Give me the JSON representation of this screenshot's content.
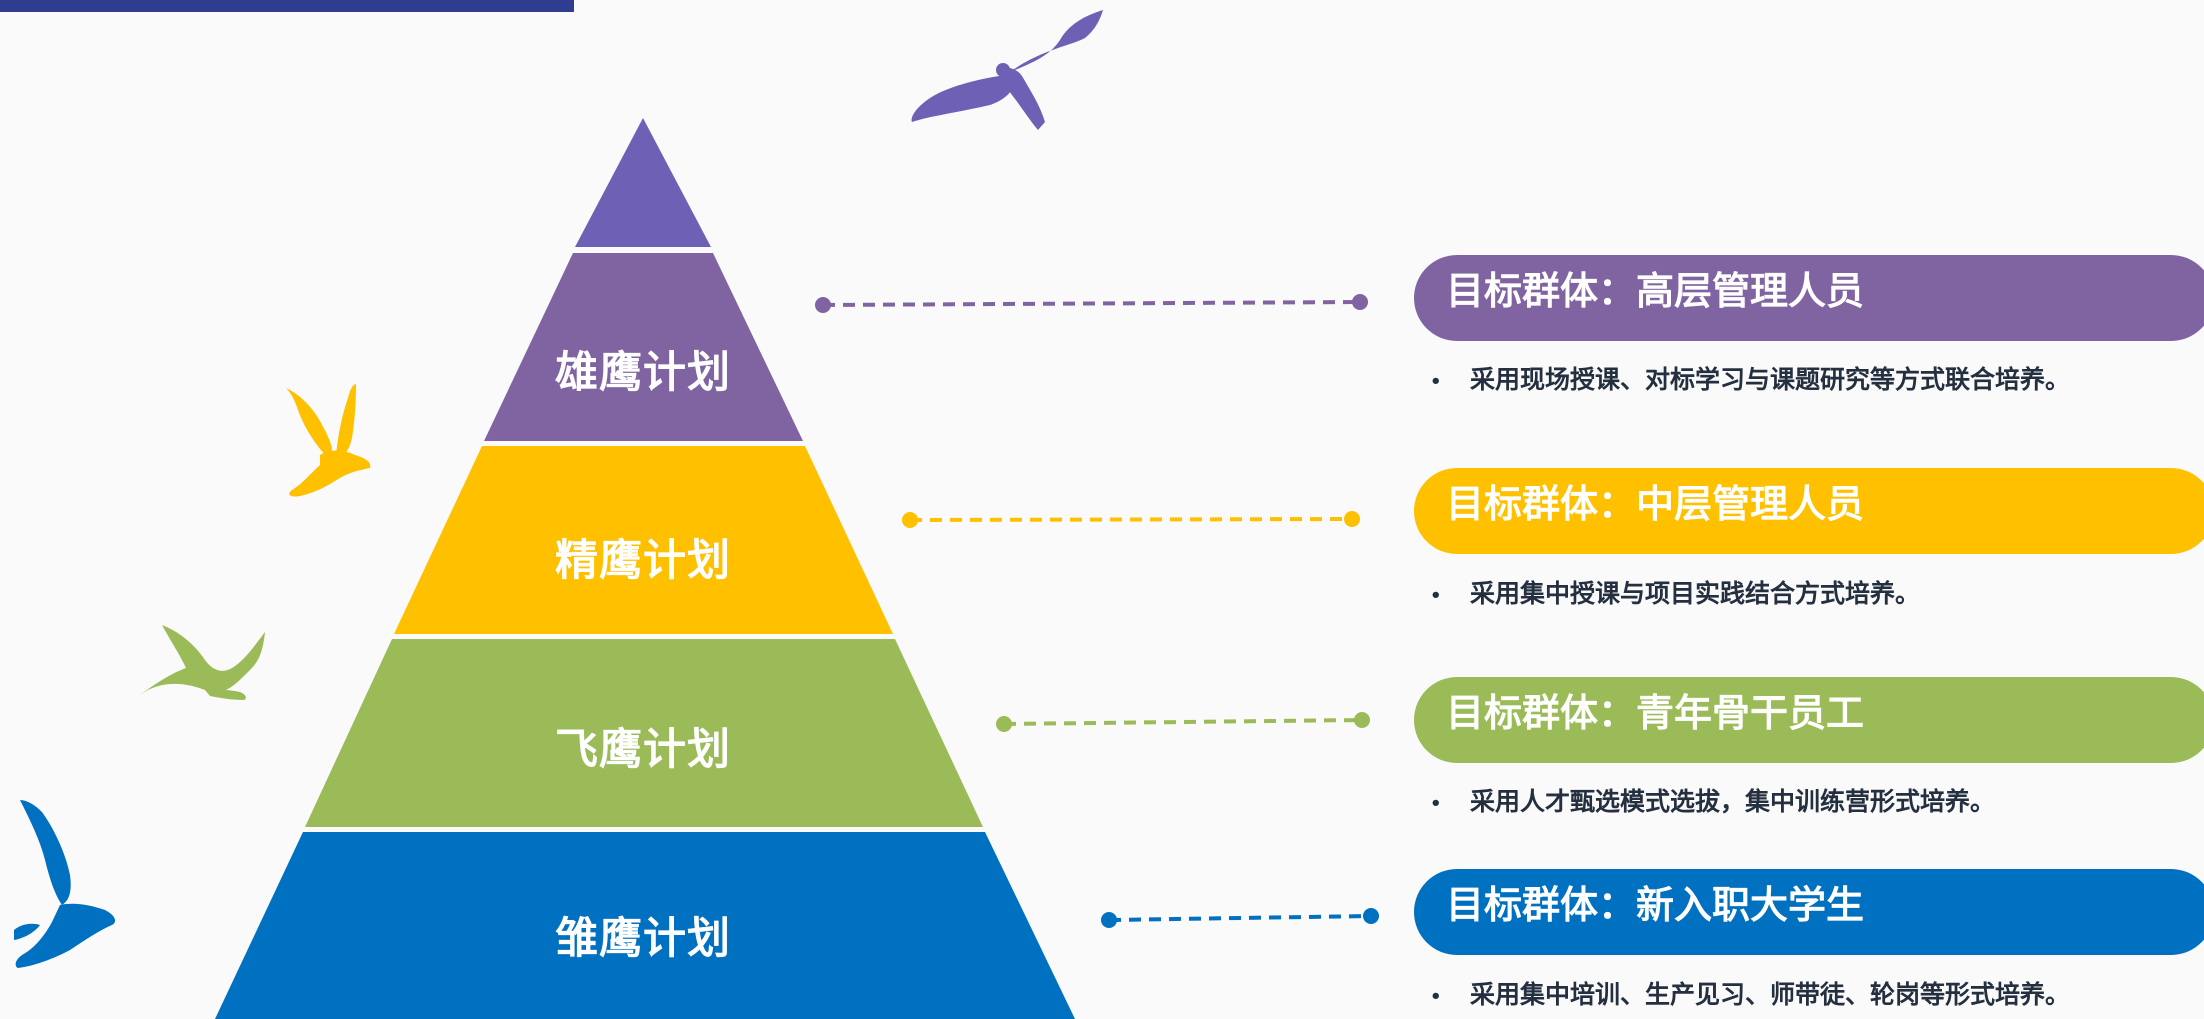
{
  "colors": {
    "top_bar": "#2e3d90",
    "apex": "#6e61b5",
    "purple": "#8064a2",
    "yellow": "#ffc000",
    "green": "#9bbb59",
    "blue": "#0070c0"
  },
  "tiers": [
    {
      "label": "雄鹰计划",
      "color": "#8064a2",
      "group": "目标群体：高层管理人员",
      "description": "采用现场授课、对标学习与课题研究等方式联合培养。"
    },
    {
      "label": "精鹰计划",
      "color": "#ffc000",
      "group": "目标群体：中层管理人员",
      "description": "采用集中授课与项目实践结合方式培养。"
    },
    {
      "label": "飞鹰计划",
      "color": "#9bbb59",
      "group": "目标群体：青年骨干员工",
      "description": "采用人才甄选模式选拔，集中训练营形式培养。"
    },
    {
      "label": "雏鹰计划",
      "color": "#0070c0",
      "group": "目标群体：新入职大学生",
      "description": "采用集中培训、生产见习、师带徒、轮岗等形式培养。"
    }
  ],
  "bullet_symbol": "•",
  "icons": [
    "bird-purple-icon",
    "bird-yellow-icon",
    "bird-green-icon",
    "bird-blue-icon"
  ]
}
